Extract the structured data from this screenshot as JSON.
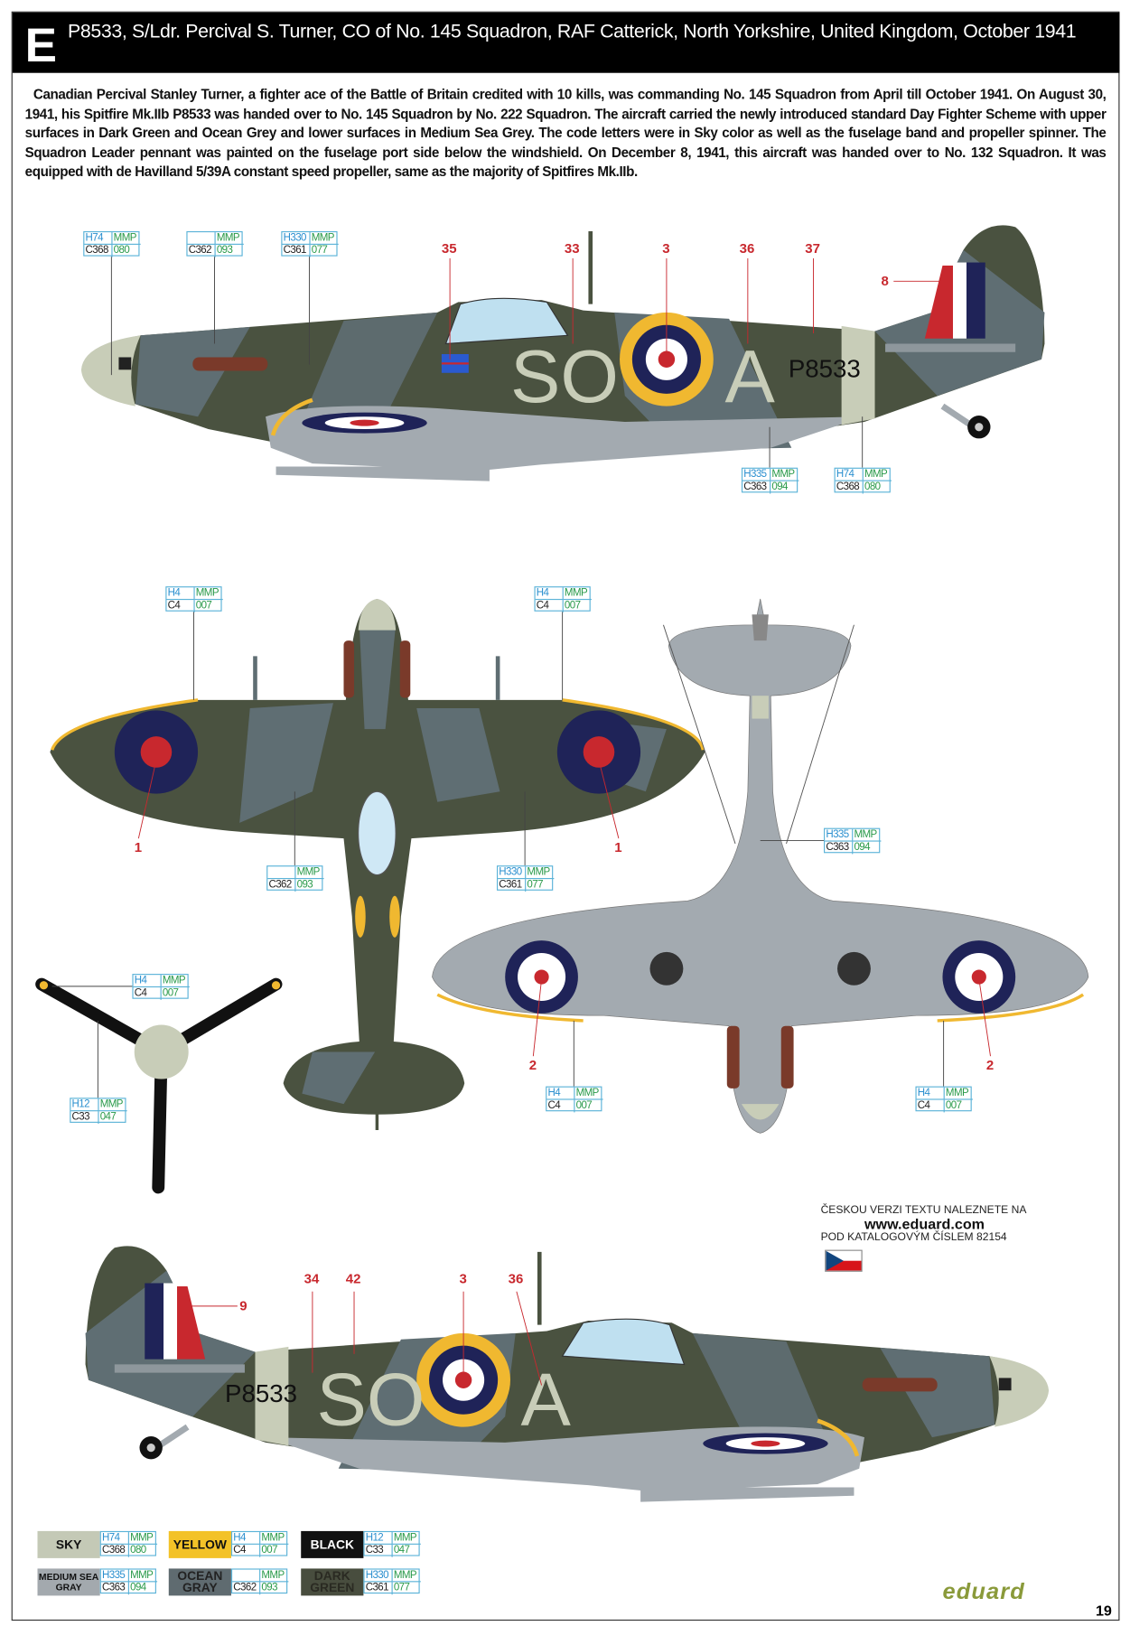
{
  "header": {
    "profile_letter": "E",
    "title": "P8533, S/Ldr. Percival S. Turner, CO of No. 145 Squadron, RAF Catterick, North Yorkshire, United Kingdom, October 1941"
  },
  "description": "Canadian Percival Stanley Turner, a fighter ace of the Battle of Britain credited with 10 kills, was commanding No. 145 Squadron from April till October 1941. On August 30, 1941, his Spitfire Mk.IIb P8533 was handed over to No. 145 Squadron by No. 222 Squadron. The aircraft carried the newly introduced standard Day Fighter Scheme with upper surfaces in Dark Green and Ocean Grey and lower surfaces in Medium Sea Grey. The code letters were in Sky color as well as the fuselage band and propeller spinner. The Squadron Leader pennant was painted on the fuselage port side below the windshield. On December 8, 1941, this aircraft was handed over to No. 132 Squadron. It was equipped with de Havilland 5/39A constant speed propeller, same as the majority of Spitfires Mk.IIb.",
  "markings": {
    "code_letters_left": "SO",
    "code_letter_right": "A",
    "serial": "P8533"
  },
  "decal_numbers": {
    "port": [
      "35",
      "33",
      "3",
      "36",
      "37",
      "8"
    ],
    "top": [
      "1",
      "1"
    ],
    "bottom": [
      "2",
      "2"
    ],
    "starboard": [
      "9",
      "34",
      "42",
      "3",
      "36"
    ]
  },
  "callouts": [
    {
      "h": "H74",
      "m": "MMP",
      "c": "C368",
      "n": "080"
    },
    {
      "h": "",
      "m": "MMP",
      "c": "C362",
      "n": "093"
    },
    {
      "h": "H330",
      "m": "MMP",
      "c": "C361",
      "n": "077"
    },
    {
      "h": "H335",
      "m": "MMP",
      "c": "C363",
      "n": "094"
    },
    {
      "h": "H74",
      "m": "MMP",
      "c": "C368",
      "n": "080"
    },
    {
      "h": "H4",
      "m": "MMP",
      "c": "C4",
      "n": "007"
    },
    {
      "h": "H4",
      "m": "MMP",
      "c": "C4",
      "n": "007"
    },
    {
      "h": "",
      "m": "MMP",
      "c": "C362",
      "n": "093"
    },
    {
      "h": "H330",
      "m": "MMP",
      "c": "C361",
      "n": "077"
    },
    {
      "h": "H335",
      "m": "MMP",
      "c": "C363",
      "n": "094"
    },
    {
      "h": "H4",
      "m": "MMP",
      "c": "C4",
      "n": "007"
    },
    {
      "h": "H12",
      "m": "MMP",
      "c": "C33",
      "n": "047"
    },
    {
      "h": "H4",
      "m": "MMP",
      "c": "C4",
      "n": "007"
    },
    {
      "h": "H4",
      "m": "MMP",
      "c": "C4",
      "n": "007"
    }
  ],
  "czech_note": {
    "line1": "ČESKOU VERZI TEXTU NALEZNETE NA",
    "url": "www.eduard.com",
    "line3": "POD KATALOGOVÝM ČÍSLEM 82154"
  },
  "legend": [
    {
      "name": "SKY",
      "color": "#c4c9b6",
      "text_color": "#111",
      "h": "H74",
      "m": "MMP",
      "c": "C368",
      "n": "080"
    },
    {
      "name": "YELLOW",
      "color": "#f3c228",
      "text_color": "#111",
      "h": "H4",
      "m": "MMP",
      "c": "C4",
      "n": "007"
    },
    {
      "name": "BLACK",
      "color": "#111111",
      "text_color": "#fff",
      "h": "H12",
      "m": "MMP",
      "c": "C33",
      "n": "047"
    },
    {
      "name": "MEDIUM SEA GRAY",
      "color": "#a3a9ae",
      "text_color": "#111",
      "h": "H335",
      "m": "MMP",
      "c": "C363",
      "n": "094"
    },
    {
      "name": "OCEAN GRAY",
      "color": "#5f6b70",
      "text_color": "#222",
      "h": "",
      "m": "MMP",
      "c": "C362",
      "n": "093"
    },
    {
      "name": "DARK GREEN",
      "color": "#484d3e",
      "text_color": "#2a2a22",
      "h": "H330",
      "m": "MMP",
      "c": "C361",
      "n": "077"
    }
  ],
  "colors": {
    "dark_green": "#4a5240",
    "ocean_grey": "#5f6e73",
    "medium_sea_grey": "#a3aab0",
    "sky": "#c8cdb8",
    "roundel_yellow": "#f0b830",
    "roundel_blue": "#1f2358",
    "roundel_red": "#c8282e",
    "callout_red": "#c8282e"
  },
  "brand": "eduard",
  "page_number": "19"
}
